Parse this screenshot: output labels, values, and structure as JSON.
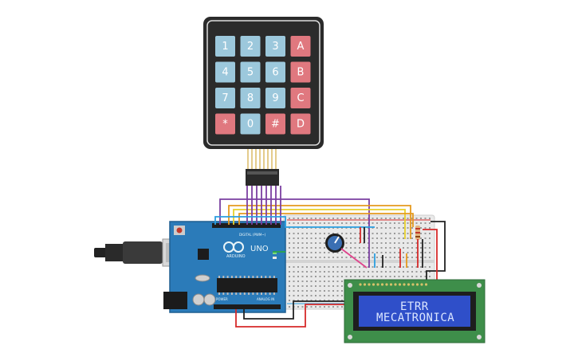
{
  "keypad": {
    "rows": [
      [
        "1",
        "2",
        "3",
        "A"
      ],
      [
        "4",
        "5",
        "6",
        "B"
      ],
      [
        "7",
        "8",
        "9",
        "C"
      ],
      [
        "*",
        "0",
        "#",
        "D"
      ]
    ],
    "colors": {
      "number": "#9cc8dc",
      "letter": "#e0787f"
    }
  },
  "arduino": {
    "brand": "ARDUINO",
    "model": "UNO",
    "digital_label": "DIGITAL (PWM~)",
    "power_label": "POWER",
    "analog_label": "ANALOG IN",
    "board_color": "#2b7bb9"
  },
  "lcd": {
    "line1": "ETRR",
    "line2": "MECATRONICA",
    "pcb_color": "#3e8e4a",
    "screen_color": "#2f4fc9"
  },
  "wire_colors": {
    "purple": "#7a3fa0",
    "orange": "#e59a1e",
    "yellow": "#e8d12b",
    "red": "#d62a2a",
    "black": "#222222",
    "blue": "#2b9fe0",
    "green": "#2aa64a",
    "pink": "#e0438c"
  }
}
